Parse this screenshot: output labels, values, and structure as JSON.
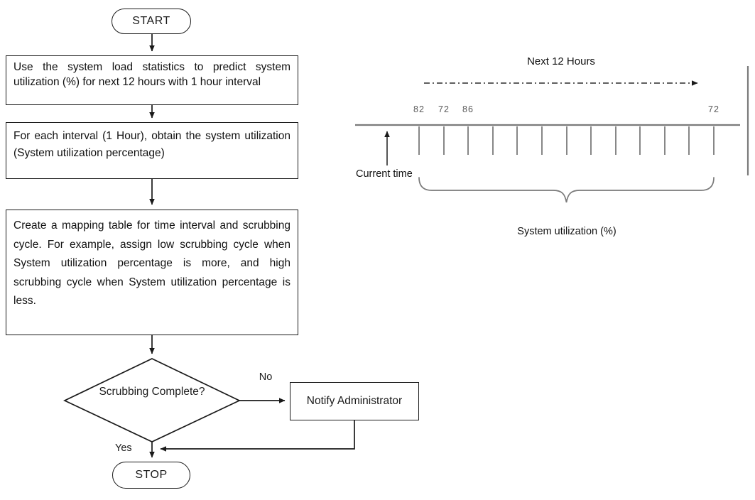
{
  "flowchart": {
    "start": "START",
    "step1": "Use the system load statistics to predict system utilization (%) for next 12 hours with 1 hour interval",
    "step2": "For each interval (1 Hour), obtain the system utilization (System utilization percentage)",
    "step3": "Create a mapping table for time interval and scrubbing cycle. For example, assign low scrubbing cycle when System utilization percentage is more, and high scrubbing cycle when System utilization percentage is less.",
    "decision": "Scrubbing Complete?",
    "branch_no": "No",
    "branch_yes": "Yes",
    "notify": "Notify Administrator",
    "stop": "STOP"
  },
  "timeline": {
    "title": "Next 12 Hours",
    "tick_labels": [
      "82",
      "72",
      "86",
      "72"
    ],
    "current_time": "Current time",
    "axis_label": "System utilization (%)"
  },
  "colors": {
    "line": "#1a1a1a",
    "timeline_line": "#7a7a7a"
  }
}
